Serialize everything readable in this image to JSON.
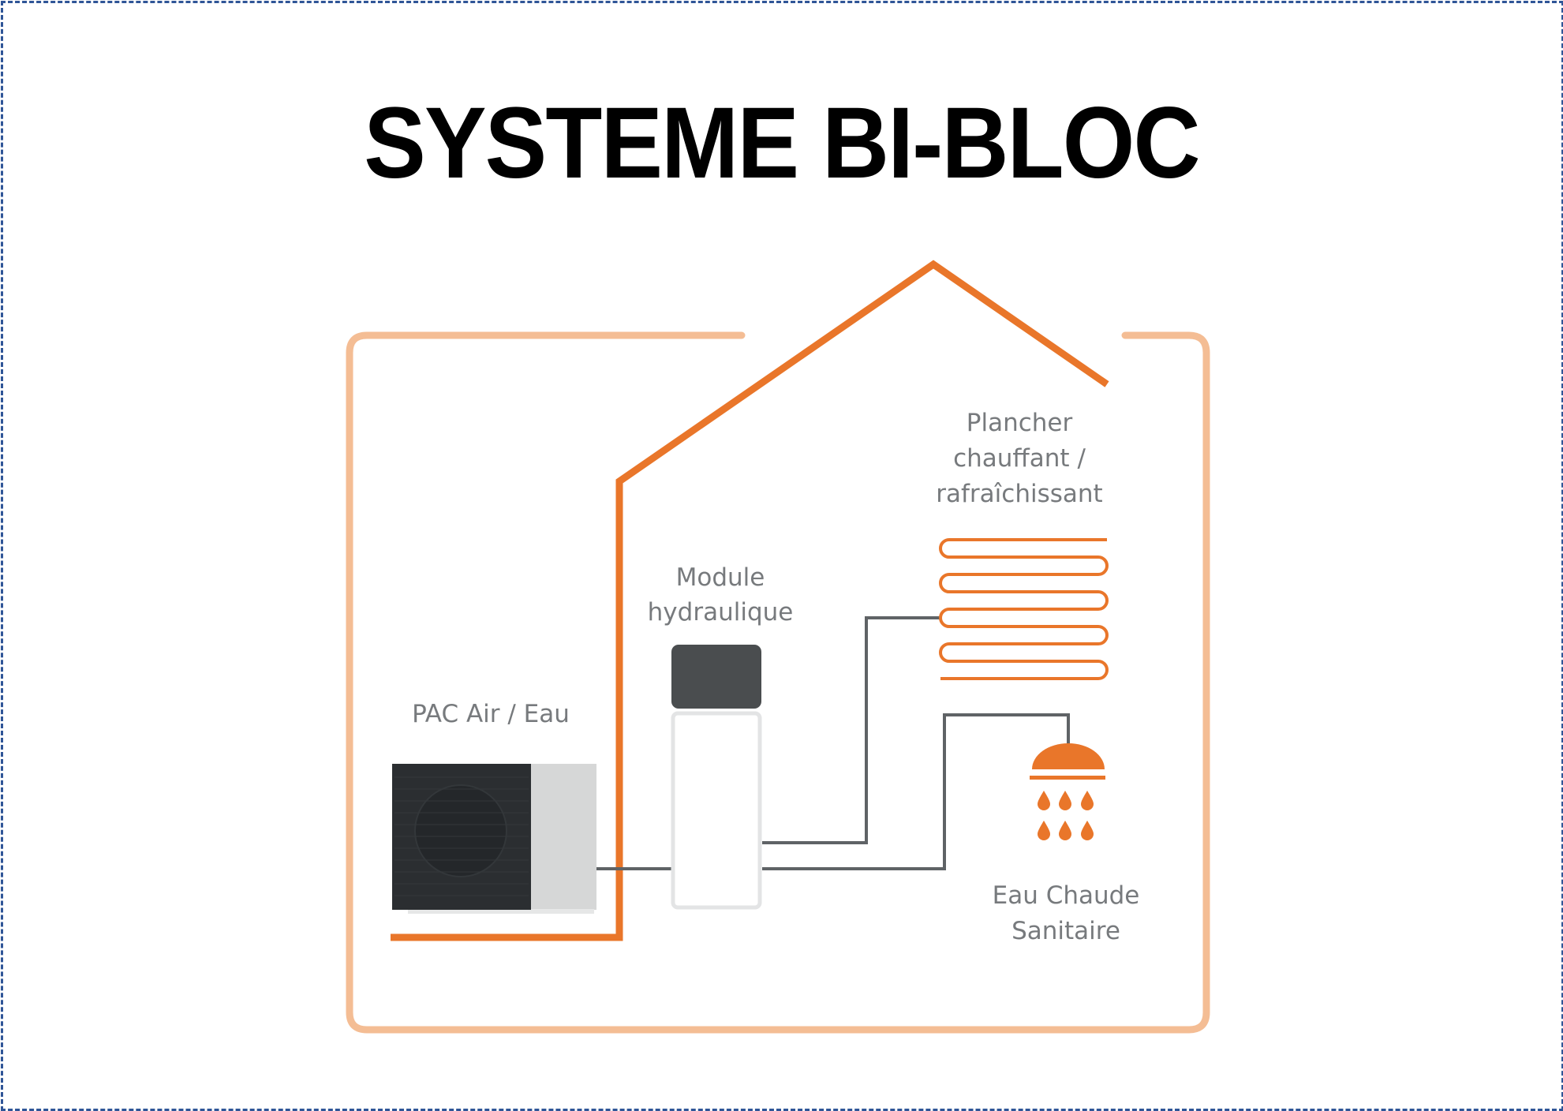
{
  "title": "SYSTEME BI-BLOC",
  "colors": {
    "border": "#2F5597",
    "frame_orange_light": "#F4BD94",
    "house_orange": "#E9762A",
    "pipe_gray": "#5f6366",
    "label_gray": "#777a7d",
    "unit_dark": "#2b2e31",
    "module_dark": "#4a4d4f"
  },
  "labels": {
    "pac": "PAC Air / Eau",
    "module_line1": "Module",
    "module_line2": "hydraulique",
    "plancher_line1": "Plancher",
    "plancher_line2": "chauffant /",
    "plancher_line3": "rafraîchissant",
    "ecs_line1": "Eau Chaude",
    "ecs_line2": "Sanitaire"
  },
  "icons": {
    "heat_pump": "outdoor-heat-pump-unit",
    "hydraulic_module": "hydraulic-module",
    "underfloor_heating": "serpentine-pipe",
    "shower": "shower-head"
  }
}
